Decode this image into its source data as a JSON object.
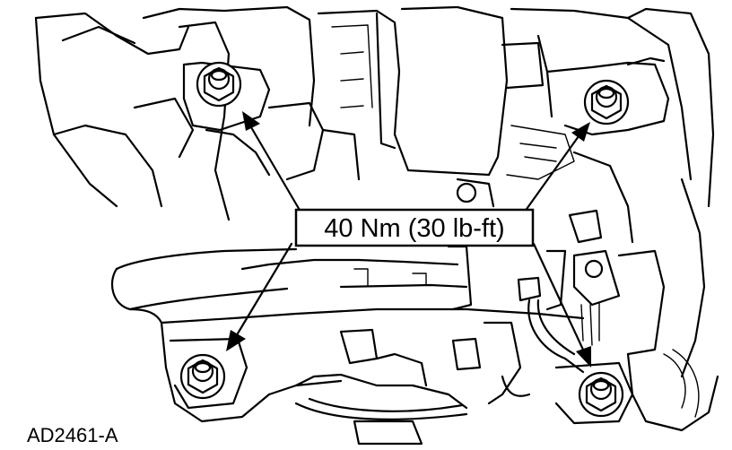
{
  "figure_id": "AD2461-A",
  "callout": {
    "torque": "40 Nm (30 lb-ft)"
  },
  "fasteners": [
    {
      "name": "bolt-top-left"
    },
    {
      "name": "bolt-top-right"
    },
    {
      "name": "bolt-bottom-left"
    },
    {
      "name": "bolt-bottom-right"
    }
  ]
}
